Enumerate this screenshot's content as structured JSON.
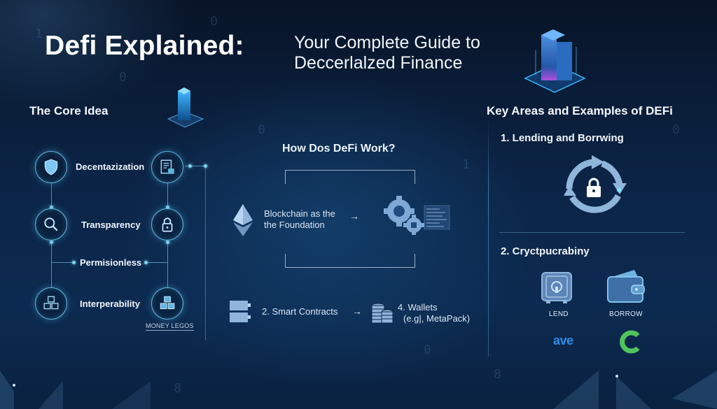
{
  "title": {
    "main": "Defi Explained:",
    "sub_line1": "Your Complete Guide to",
    "sub_line2": "Deccerlalzed Finance"
  },
  "core_idea": {
    "heading": "The Core Idea",
    "items": [
      {
        "label": "Decentazization",
        "left_icon": "shield-icon",
        "right_icon": "document-icon"
      },
      {
        "label": "Transparency",
        "left_icon": "magnifier-icon",
        "right_icon": "lock-icon"
      },
      {
        "label": "Permisionless"
      },
      {
        "label": "Interperability",
        "left_icon": "blocks-icon",
        "right_icon": "blocks-icon"
      }
    ],
    "money_legos": "MONEY LEGOS"
  },
  "how_defi_works": {
    "heading": "How Dos DeFi Work?",
    "step1": {
      "line1": "Blockchain as the",
      "line2": "the Foundation",
      "icon": "ethereum-icon"
    },
    "arrow1": "→",
    "step1_target_icon": "gears-icon",
    "step2": {
      "label": "2. Smart Contracts",
      "icon": "stacked-blocks-icon"
    },
    "arrow2": "→",
    "step4": {
      "line1": "4. Wallets",
      "line2": "(e.g|, MetaPack)",
      "icon": "coin-stacks-icon"
    }
  },
  "key_areas": {
    "heading": "Key Areas and Examples of DEFi",
    "section1": {
      "label": "1. Lending and Borrwing",
      "icon": "cycle-lock-icon"
    },
    "section2": {
      "label": "2. Cryctpucrabiny",
      "lend_label": "LEND",
      "borrow_label": "BORROW",
      "lend_icon": "safe-icon",
      "borrow_icon": "wallet-icon",
      "brand1": "ave",
      "brand2_icon": "compound-c-icon"
    }
  },
  "colors": {
    "background": "#0b2446",
    "accent_cyan": "#5fb4dc",
    "icon_blue": "#8fb5db",
    "aave_blue": "#2f8ee8",
    "compound_green": "#4fc45a"
  }
}
